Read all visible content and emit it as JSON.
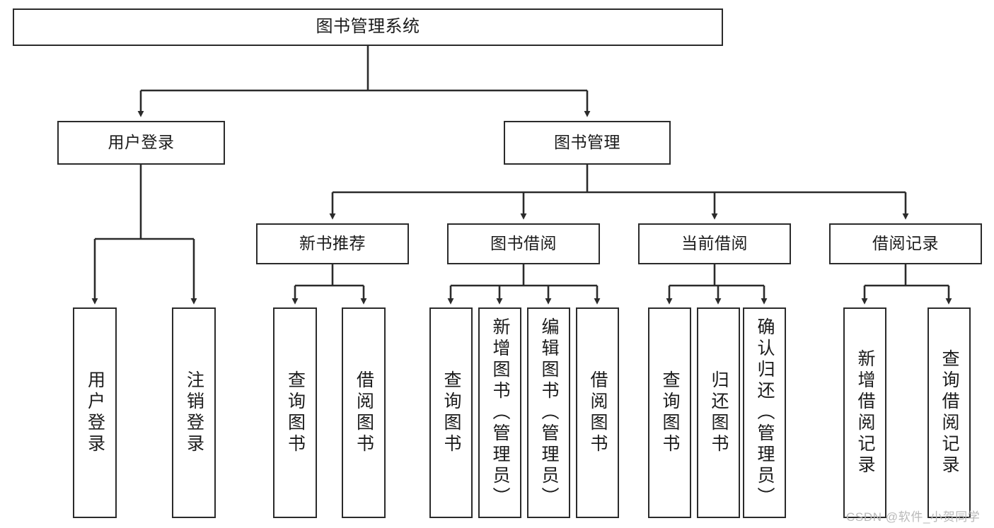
{
  "diagram": {
    "title": "图书管理系统",
    "type": "tree-hierarchy-chart",
    "orientation": "top-down",
    "colors": {
      "box_border": "#2b2b2b",
      "box_fill": "#ffffff",
      "connector": "#2b2b2b",
      "text": "#1b1b1b",
      "watermark": "#b9b9b9",
      "background": "#ffffff"
    }
  },
  "root": {
    "label": "图书管理系统"
  },
  "level2": [
    {
      "label": "用户登录"
    },
    {
      "label": "图书管理"
    }
  ],
  "level3": [
    {
      "label": "新书推荐"
    },
    {
      "label": "图书借阅"
    },
    {
      "label": "当前借阅"
    },
    {
      "label": "借阅记录"
    }
  ],
  "leaves": {
    "user_login": [
      {
        "label": "用户登录"
      },
      {
        "label": "注销登录"
      }
    ],
    "new_book_recommend": [
      {
        "label": "查询图书"
      },
      {
        "label": "借阅图书"
      }
    ],
    "book_borrow": [
      {
        "label": "查询图书"
      },
      {
        "label": "新增图书（管理员）"
      },
      {
        "label": "编辑图书（管理员）"
      },
      {
        "label": "借阅图书"
      }
    ],
    "current_borrow": [
      {
        "label": "查询图书"
      },
      {
        "label": "归还图书"
      },
      {
        "label": "确认归还（管理员）"
      }
    ],
    "borrow_record": [
      {
        "label": "新增借阅记录"
      },
      {
        "label": "查询借阅记录"
      }
    ]
  },
  "watermark": {
    "text": "CSDN @软件_小贺同学"
  }
}
